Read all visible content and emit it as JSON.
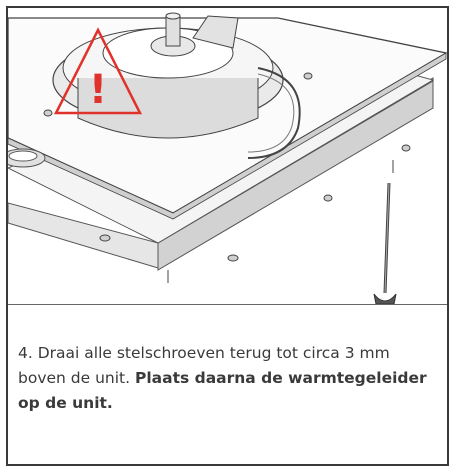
{
  "step": {
    "number": "4.",
    "text": "Draai alle stelschroeven terug tot circa 3 mm boven de unit.",
    "bold_text": "Plaats daarna de warmtegeleider op de unit."
  },
  "warning": {
    "symbol": "!",
    "icon": "warning-triangle-icon",
    "color": "#e0322b"
  }
}
